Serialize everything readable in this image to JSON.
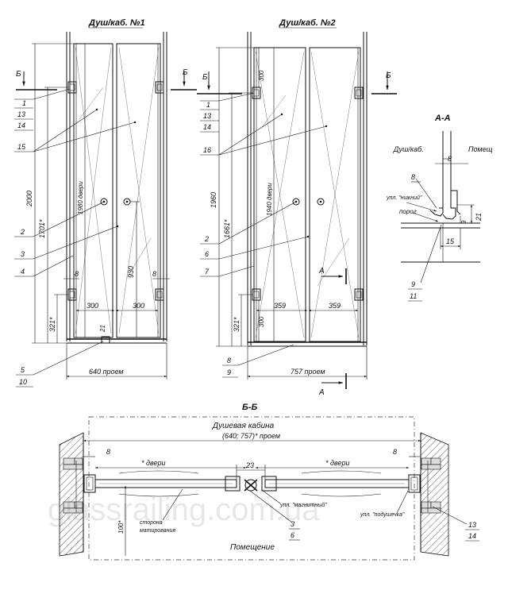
{
  "titles": {
    "cabin1": "Душ/каб. №1",
    "cabin2": "Душ/каб. №2",
    "section_aa": "А-А",
    "section_bb": "Б-Б"
  },
  "cabin1": {
    "section_mark": "Б",
    "dims": {
      "height_total": "2000",
      "height_inner": "1701*",
      "door_height": "1980 двери",
      "handle_height": "930",
      "bottom_offset": "321*",
      "gap_left": "8",
      "gap_right": "8",
      "door_left": "300",
      "door_right": "300",
      "threshold": "21",
      "opening": "640 проем"
    },
    "callouts": [
      "1",
      "13",
      "14",
      "15",
      "2",
      "3",
      "4",
      "5",
      "10"
    ]
  },
  "cabin2": {
    "section_mark": "Б",
    "section_a": "А",
    "dims": {
      "top": "300",
      "height_total": "1960",
      "height_inner": "1661*",
      "door_height": "1940 двери",
      "bottom_offset": "321*",
      "lower_300": "300",
      "door_left": "359",
      "door_right": "359",
      "opening": "757 проем"
    },
    "callouts": [
      "1",
      "13",
      "14",
      "16",
      "2",
      "6",
      "7",
      "8",
      "9"
    ]
  },
  "section_aa": {
    "label_cabin": "Душ/каб.",
    "label_room": "Помещ",
    "dim_top": "8",
    "seal_label": "упл. \"нижний\"",
    "threshold_label": "порог",
    "dim_height": "21",
    "dim_small": "9",
    "dim_width": "15",
    "callout_top": "8",
    "callout_bottom_1": "9",
    "callout_bottom_2": "11"
  },
  "section_bb": {
    "cabin_label": "Душевая кабина",
    "opening_label": "(640; 757)* проем",
    "gap_left": "8",
    "gap_right": "8",
    "door_left": "* двери",
    "door_right": "* двери",
    "center_gap": "23",
    "seal_magnet": "упл. \"магнитный\"",
    "seal_cushion": "упл. \"подушечка\"",
    "side_label_1": "сторона",
    "side_label_2": "матирования",
    "dim_depth": "100*",
    "callout_3": "3",
    "callout_6": "6",
    "callout_13": "13",
    "callout_14": "14",
    "room_label": "Помещение"
  },
  "watermark": "glassrailing.com.ua"
}
